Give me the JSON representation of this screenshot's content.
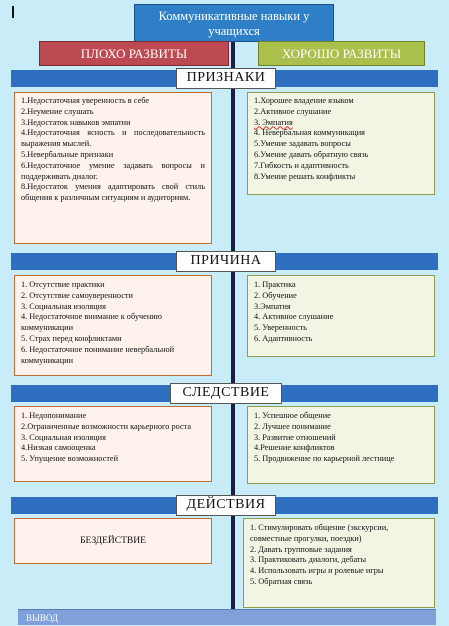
{
  "title": "Коммуникативные навыки у учащихся",
  "bad_label": "ПЛОХО РАЗВИТЫ",
  "good_label": "ХОРОШО РАЗВИТЫ",
  "sections": [
    {
      "title": "ПРИЗНАКИ",
      "bad": [
        "1.Недостаточная уверенность в себе",
        "2.Неумение слушать",
        "3.Недостаток навыков эмпатии",
        "4.Недостаточная ясность и последовательность выражения мыслей.",
        "5.Невербальные признаки",
        "6.Недостаточное умение задавать вопросы и поддерживать диалог.",
        "8.Недостаток умения адаптировать свой стиль общения к различным ситуациям и аудиториям."
      ],
      "good": [
        "1.Хорошее владение языком",
        "2.Активное слушание",
        "3. Эмпатия",
        "4. Невербальная коммуникация",
        "5.Умение задавать вопросы",
        "6.Умение давать обратную связь",
        "7.Гибкость и адаптивность",
        "8.Умение решать конфликты"
      ]
    },
    {
      "title": "ПРИЧИНА",
      "bad": [
        "1. Отсутствие практики",
        "2. Отсутствие самоуверенности",
        "3. Социальная изоляция",
        "4. Недостаточное внимание к обучению коммуникации",
        "5. Страх перед конфликтами",
        "6. Недостаточное понимание невербальной коммуникации"
      ],
      "good": [
        "1. Практика",
        "2. Обучение",
        "3.Эмпатия",
        "4. Активное слушание",
        "5. Уверенность",
        "6. Адаптивность"
      ]
    },
    {
      "title": "СЛЕДСТВИЕ",
      "bad": [
        "1. Недопонимание",
        "2.Ограниченные возможности карьерного роста",
        "3. Социальная изоляция",
        "4.Низкая самооценка",
        "5. Упущение возможностей"
      ],
      "good": [
        "1. Успешное общение",
        "2. Лучшее понимание",
        "3. Развитие отношений",
        "4.Решение конфликтов",
        "5. Продвижение по карьерной лестнице"
      ]
    },
    {
      "title": "ДЕЙСТВИЯ",
      "bad_text": "БЕЗДЕЙСТВИЕ",
      "good": [
        "1. Стимулировать общение (экскурсии, совместные прогулки, поездки)",
        "2. Давать групповые задания",
        "3. Практиковать диалоги, дебаты",
        "4. Использовать игры и ролевые игры",
        "5. Обратная связь"
      ]
    }
  ],
  "footer_label": "ВЫВОД"
}
